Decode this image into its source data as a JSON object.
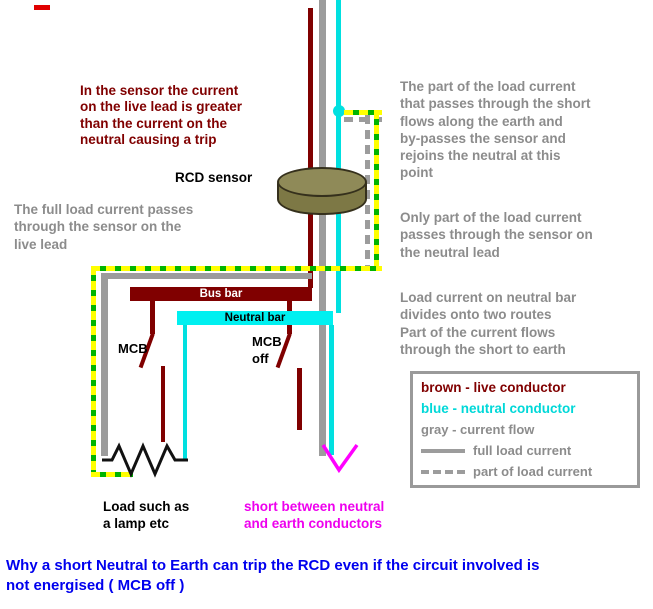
{
  "title": "Why a short Neutral to Earth can trip the RCD even if the circuit involved is\nnot energised ( MCB off )",
  "annotations": {
    "trip": "In the sensor the current\non the live lead is greater\nthan the current on the\nneutral causing a trip",
    "bypass": "The part of the load current\nthat passes through the short\nflows along the earth and\nby-passes the sensor and\nrejoins the neutral at this\npoint",
    "full_load": "The full load current passes\nthrough the sensor on the\n live lead",
    "part_load": "Only part of the load current\npasses through the sensor on\nthe neutral lead",
    "divide": "Load current on neutral bar\ndivides onto two routes\nPart of the current flows\nthrough the short to earth"
  },
  "labels": {
    "rcd_sensor": "RCD sensor",
    "bus_bar": "Bus bar",
    "neutral_bar": "Neutral bar",
    "mcb": "MCB",
    "mcb_off": "MCB\noff",
    "load": "Load such as\na lamp etc",
    "short": "short between neutral\nand earth conductors"
  },
  "legend": {
    "brown": "brown - live conductor",
    "blue": "blue - neutral conductor",
    "gray": "gray - current flow",
    "full_load_current": "full load current",
    "part_load_current": "part of load current"
  },
  "colors": {
    "live_brown": "#800000",
    "neutral_cyan": "#00e0e0",
    "current_gray": "#9c9c9c",
    "earth_yellow": "#ffff00",
    "earth_green": "#00b400",
    "short_magenta": "#ff00ff",
    "title_blue": "#0000ee",
    "annotation_gray": "#8c8c8c",
    "sensor_olive": "#7d7845"
  }
}
